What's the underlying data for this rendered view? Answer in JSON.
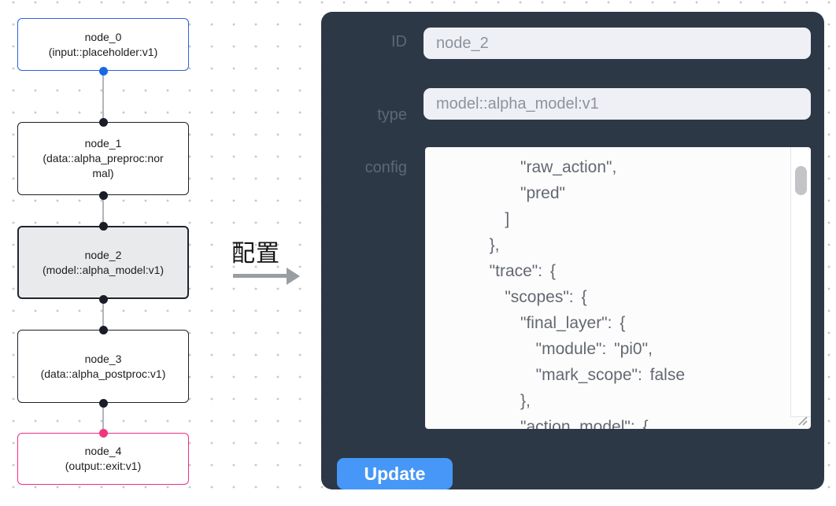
{
  "canvas": {
    "nodes": [
      {
        "title": "node_0",
        "subtitle": "(input::placeholder:v1)",
        "kind": "input"
      },
      {
        "title": "node_1",
        "subtitle": "(data::alpha_preproc:normal)",
        "kind": "default"
      },
      {
        "title": "node_2",
        "subtitle": "(model::alpha_model:v1)",
        "kind": "selected"
      },
      {
        "title": "node_3",
        "subtitle": "(data::alpha_postproc:v1)",
        "kind": "default"
      },
      {
        "title": "node_4",
        "subtitle": "(output::exit:v1)",
        "kind": "output"
      }
    ]
  },
  "transfer": {
    "label": "配置"
  },
  "panel": {
    "id_label": "ID",
    "id_value": "node_2",
    "type_label": "type",
    "type_value": "model::alpha_model:v1",
    "config_label": "config",
    "config_text": "      \"raw_action\",\n      \"pred\"\n    ]\n  },\n  \"trace\": {\n    \"scopes\": {\n      \"final_layer\": {\n        \"module\": \"pi0\",\n        \"mark_scope\": false\n      },\n      \"action_model\": {",
    "update_label": "Update"
  },
  "colors": {
    "panel_background": "#2d3847",
    "accent_blue_button": "#4697f7",
    "node_input_border": "#2d62d8",
    "node_output_border": "#ee2e80",
    "node_selected_fill": "#e9eaeb",
    "edge_gray": "#b3b5ba"
  }
}
